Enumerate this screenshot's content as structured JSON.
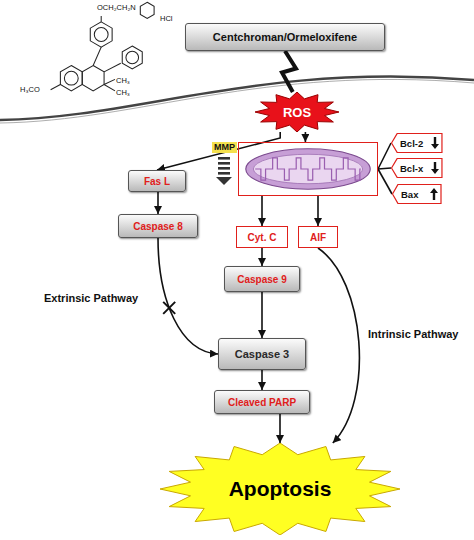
{
  "diagram": {
    "nodes": [
      {
        "text": [
          "Centchroman/Ormeloxifene"
        ]
      },
      {
        "text": [
          "ROS"
        ]
      },
      {
        "text": [
          "Fas L"
        ]
      },
      {
        "text": [
          "Caspase 8"
        ]
      },
      {
        "text": [
          "MMP"
        ]
      },
      {
        "text": [
          "Bcl-2"
        ]
      },
      {
        "text": [
          "Bcl-x"
        ]
      },
      {
        "text": [
          "Bax"
        ]
      },
      {
        "text": [
          "Cyt. C"
        ]
      },
      {
        "text": [
          "AIF"
        ]
      },
      {
        "text": [
          "Caspase 9"
        ]
      },
      {
        "text": [
          "Caspase 3"
        ]
      },
      {
        "text": [
          "Cleaved PARP"
        ]
      },
      {
        "text": [
          "Apoptosis"
        ]
      }
    ],
    "edges": [
      {
        "from": 0,
        "to": 1,
        "arrow": "none"
      },
      {
        "from": 1,
        "to": 2,
        "arrow": "to"
      },
      {
        "from": 1,
        "to": 4,
        "arrow": "to"
      },
      {
        "from": 2,
        "to": 3,
        "arrow": "to"
      },
      {
        "from": 3,
        "to": 11,
        "arrow": "to"
      },
      {
        "from": 4,
        "to": 5,
        "arrow": "none"
      },
      {
        "from": 4,
        "to": 6,
        "arrow": "none"
      },
      {
        "from": 4,
        "to": 7,
        "arrow": "none"
      },
      {
        "from": 4,
        "to": 8,
        "arrow": "to"
      },
      {
        "from": 4,
        "to": 9,
        "arrow": "to"
      },
      {
        "from": 8,
        "to": 10,
        "arrow": "to"
      },
      {
        "from": 10,
        "to": 11,
        "arrow": "to"
      },
      {
        "from": 11,
        "to": 12,
        "arrow": "to"
      },
      {
        "from": 12,
        "to": 13,
        "arrow": "to"
      },
      {
        "from": 9,
        "to": 13,
        "arrow": "to"
      }
    ],
    "labels": [
      "OCH₂CH₂N",
      "HCl",
      "H₃CO",
      "CH₃",
      "CH₃",
      "Extrinsic Pathway",
      "Intrinsic Pathway"
    ]
  }
}
